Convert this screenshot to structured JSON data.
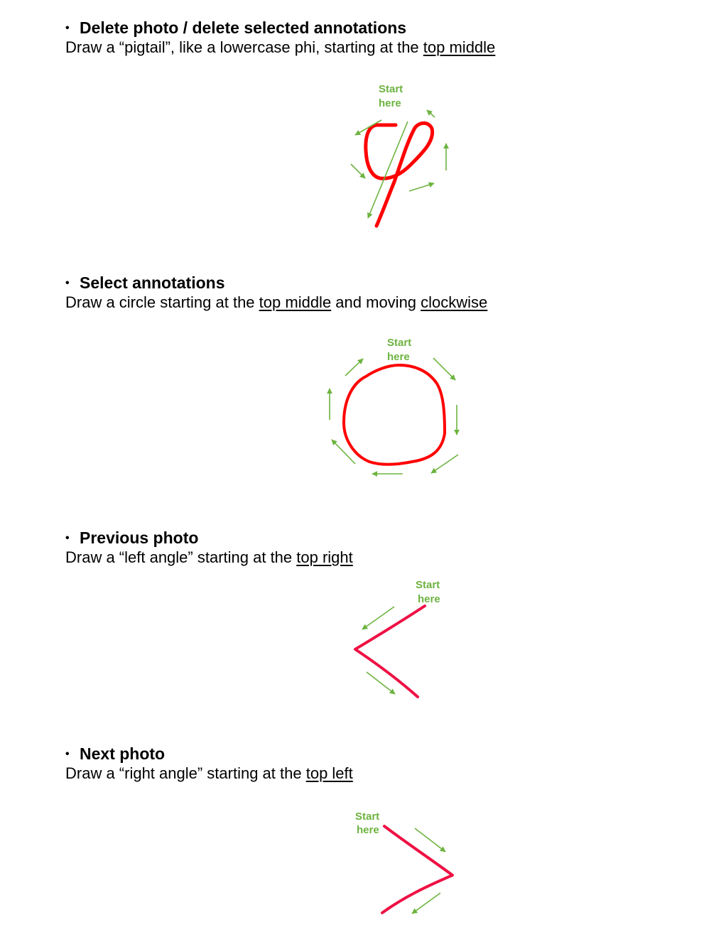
{
  "instructions": [
    {
      "title": "Delete photo / delete selected annotations",
      "desc_pre": "Draw a “pigtail”, like a lowercase phi, starting at the ",
      "desc_u1": "top middle",
      "desc_mid": "",
      "desc_u2": "",
      "start_line1": "Start",
      "start_line2": "here"
    },
    {
      "title": "Select annotations",
      "desc_pre": "Draw a circle starting at the ",
      "desc_u1": "top middle",
      "desc_mid": " and moving ",
      "desc_u2": "clockwise",
      "start_line1": "Start",
      "start_line2": "here"
    },
    {
      "title": "Previous photo",
      "desc_pre": "Draw a “left angle” starting at the ",
      "desc_u1": "top right",
      "desc_mid": "",
      "desc_u2": "",
      "start_line1": "Start",
      "start_line2": "here"
    },
    {
      "title": "Next photo",
      "desc_pre": "Draw a “right angle” starting at the ",
      "desc_u1": "top left",
      "desc_mid": "",
      "desc_u2": "",
      "start_line1": "Start",
      "start_line2": "here"
    }
  ],
  "colors": {
    "stroke": "#ff0000",
    "arrow": "#6db33f",
    "text": "#000000"
  },
  "icons": {
    "bullet": "bullet-dot",
    "gesture_1": "pigtail-gesture-icon",
    "gesture_2": "circle-gesture-icon",
    "gesture_3": "left-angle-gesture-icon",
    "gesture_4": "right-angle-gesture-icon"
  }
}
